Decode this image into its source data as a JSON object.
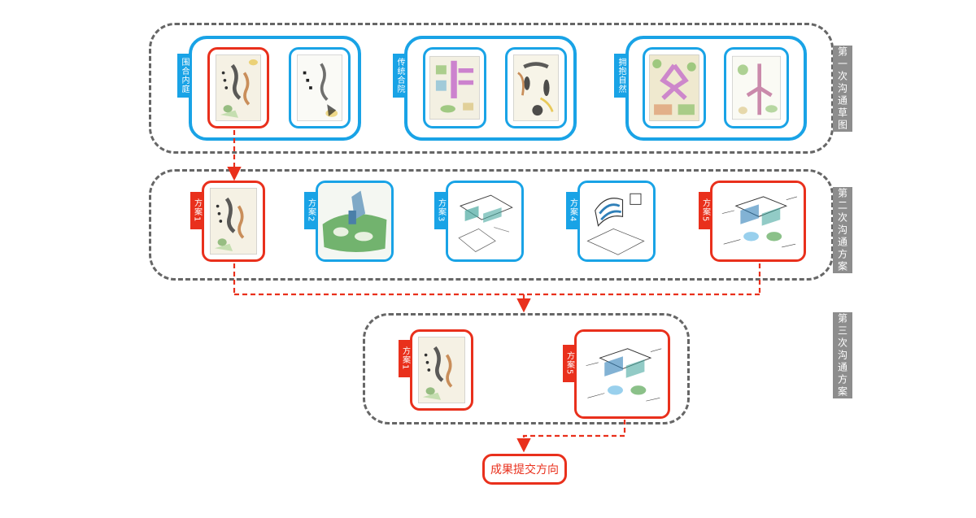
{
  "stages": {
    "first": "第一次沟通草图",
    "second": "第二次沟通方案",
    "third": "第三次沟通方案"
  },
  "groups": {
    "enclosed": "围合内庭",
    "traditional": "传统合院",
    "embrace": "拥抱自然"
  },
  "schemes": {
    "s1": "方案1",
    "s2": "方案2",
    "s3": "方案3",
    "s4": "方案4",
    "s5": "方案5"
  },
  "final": "成果提交方向",
  "colors": {
    "blue": "#19a3e6",
    "red": "#e9301c",
    "gray": "#8d8d8d",
    "dash": "#666666"
  }
}
